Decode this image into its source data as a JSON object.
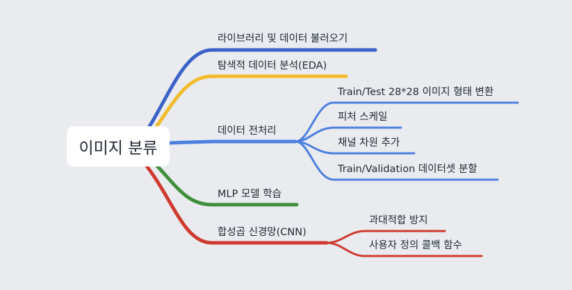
{
  "root": {
    "label": "이미지 분류"
  },
  "branches": [
    {
      "label": "라이브러리 및 데이터 불러오기",
      "color": "#3a62c7"
    },
    {
      "label": "탐색적 데이터 분석(EDA)",
      "color": "#f1bc2c"
    },
    {
      "label": "데이터 전처리",
      "color": "#4d7fdf",
      "children": [
        {
          "label": "Train/Test 28*28 이미지 형태 변환"
        },
        {
          "label": "피처 스케일"
        },
        {
          "label": "채널 차원 추가"
        },
        {
          "label": "Train/Validation 데이터셋 분할"
        }
      ]
    },
    {
      "label": "MLP 모델 학습",
      "color": "#3f8f3b"
    },
    {
      "label": "합성곱 신경망(CNN)",
      "color": "#cf3a2f",
      "children": [
        {
          "label": "과대적합 방지"
        },
        {
          "label": "사용자 정의 콜백 함수"
        }
      ]
    }
  ]
}
